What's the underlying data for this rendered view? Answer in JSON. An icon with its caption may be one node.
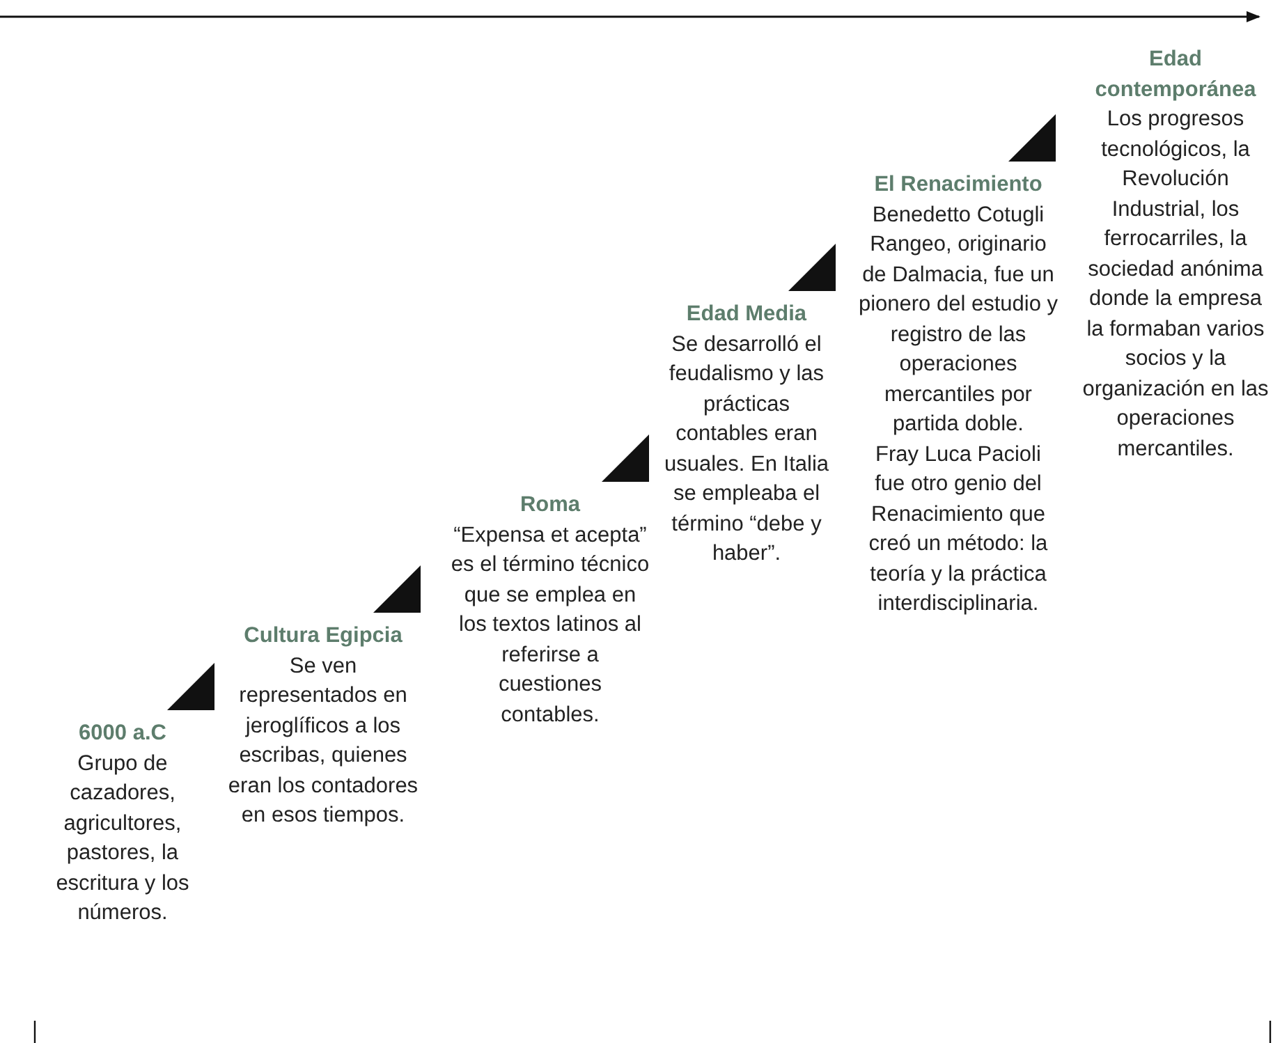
{
  "diagram": {
    "nodes": [
      {
        "text": [
          "6000 a.C",
          "Grupo de cazadores, agricultores, pastores, la escritura y los números."
        ]
      },
      {
        "text": [
          "Cultura Egipcia",
          "Se ven representados en jeroglíficos a los escribas, quienes eran los contadores en esos tiempos."
        ]
      },
      {
        "text": [
          "Roma",
          "“Expensa et acepta” es el término técnico que se emplea en los textos latinos al referirse a cuestiones contables."
        ]
      },
      {
        "text": [
          "Edad Media",
          "Se desarrolló el feudalismo y las prácticas contables eran usuales. En Italia se empleaba el término “debe y haber”."
        ]
      },
      {
        "text": [
          "El Renacimiento",
          "Benedetto Cotugli Rangeo, originario de Dalmacia, fue un pionero del estudio y registro de las operaciones mercantiles por partida doble.",
          "Fray Luca Pacioli fue otro genio del Renacimiento que creó un método: la teoría y la práctica interdisciplinaria."
        ]
      },
      {
        "text": [
          "Edad contemporánea",
          "Los progresos tecnológicos, la Revolución Industrial, los ferrocarriles, la sociedad anónima donde la empresa la formaban varios socios y la organización en las operaciones mercantiles."
        ]
      }
    ]
  }
}
